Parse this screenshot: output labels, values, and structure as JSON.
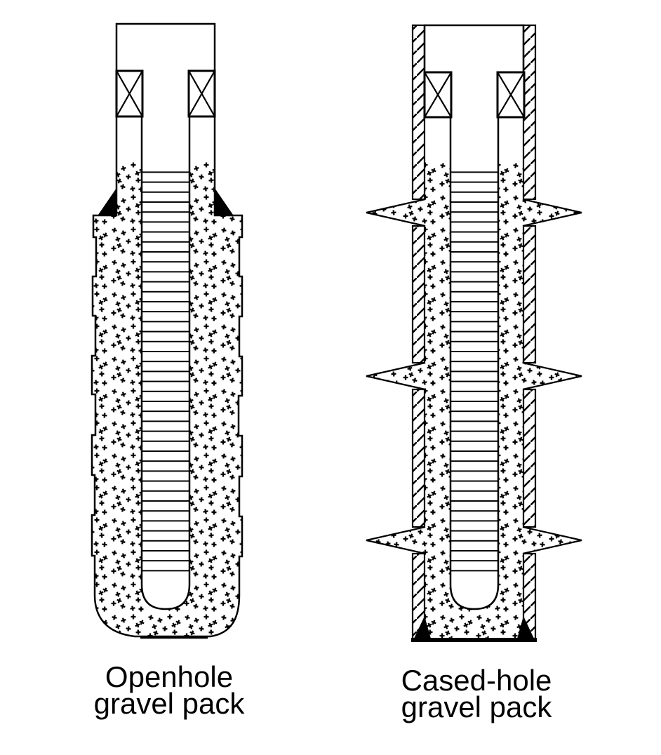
{
  "page": {
    "background_color": "#ffffff",
    "ink_color": "#000000"
  },
  "figures": {
    "openhole": {
      "caption_line1": "Openhole",
      "caption_line2": "gravel pack"
    },
    "cased_hole": {
      "caption_line1": "Cased-hole",
      "caption_line2": "gravel pack"
    }
  }
}
